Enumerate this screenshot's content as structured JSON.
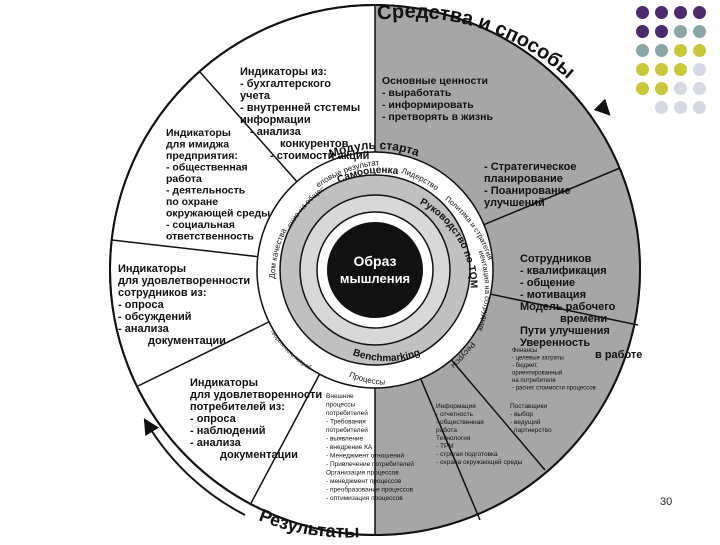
{
  "titles": {
    "top": "Средства и способы",
    "bottom": "Результаты"
  },
  "center": {
    "line1": "Образ",
    "line2": "мышления"
  },
  "module_ring": {
    "label": "Модуль старта"
  },
  "inner_ring": {
    "items": [
      "Самооценка",
      "Руководство по TQM",
      "Benchmarking"
    ]
  },
  "outer_ring": {
    "items": [
      "Деловые результаты",
      "Лидерство",
      "Политика и стратегия",
      "Ориентация на сотрудников",
      "Ресурсы",
      "Процессы",
      "Удовлетворенность потребителей",
      "Дом качества",
      "Влияние на общество"
    ]
  },
  "segments": {
    "accounting": {
      "lines": [
        "Индикаторы из:",
        "- бухгалтерского",
        "учета",
        "- внутренней стстемы",
        "информации",
        "- анализа",
        "конкурентов",
        "- стоимости акций"
      ]
    },
    "image": {
      "lines": [
        "Индикаторы",
        "для имиджа",
        "предприятия:",
        "- общественная",
        "работа",
        "- деятельность",
        "по охране",
        "окружающей среды",
        "- социальная",
        "ответственность"
      ]
    },
    "employees": {
      "lines": [
        "Индикаторы",
        "для удовлетворенности",
        "сотрудников из:",
        "- опроса",
        "- обсуждений",
        "- анализа",
        "документации"
      ]
    },
    "consumers": {
      "lines": [
        "Индикаторы",
        "для удовлетворенности",
        "потребителей из:",
        "- опроса",
        "- наблюдений",
        "- анализа",
        "документации"
      ]
    },
    "values": {
      "lines": [
        "Основные ценности",
        "- выработать",
        "- информировать",
        "- претворять в жизнь"
      ]
    },
    "strategy": {
      "lines": [
        "- Стратегическое",
        "планирование",
        "- Поанирование",
        "улучшений"
      ]
    },
    "staff": {
      "lines": [
        "Сотрудников",
        "- квалификация",
        "- общение",
        "- мотивация",
        "Модель рабочего",
        "времени",
        "Пути улучшения",
        "Уверенность",
        "в работе"
      ]
    },
    "resources": {
      "lines": [
        "Финансы",
        "- целевые затраты",
        "- бюджет,",
        "ориентированный",
        "на потребителя",
        "- расчет стоимости процессов"
      ],
      "info": [
        "Информация",
        "- отчетность",
        "- общественная",
        "работа",
        "Технология",
        "- TPM",
        "- строгая подготовка",
        "- охрана окружающей среды"
      ],
      "suppliers": [
        "Поставщики",
        "- выбор",
        "- ведущий",
        "- партнерство"
      ]
    },
    "processes": {
      "lines": [
        "Внешние",
        "процессы",
        "потребителей",
        "- Требования",
        "потребителей",
        "- выявление",
        "- внедрение КА",
        "- Менеджмент отношений",
        "- Привлечение потребителей",
        "Организация процессов",
        "- менеджмент процессов",
        "- преобразование процессов",
        "- оптимизация процессов"
      ]
    }
  },
  "page_number": "30",
  "colors": {
    "grey_segment": "#a6a6a6",
    "inner_ring": "#c0c0c0",
    "core": "#111111",
    "dots_purple": "#4b2a6e",
    "dots_teal": "#8aa7a6",
    "dots_olive": "#c9c83a",
    "dots_light": "#d6d8e2"
  }
}
